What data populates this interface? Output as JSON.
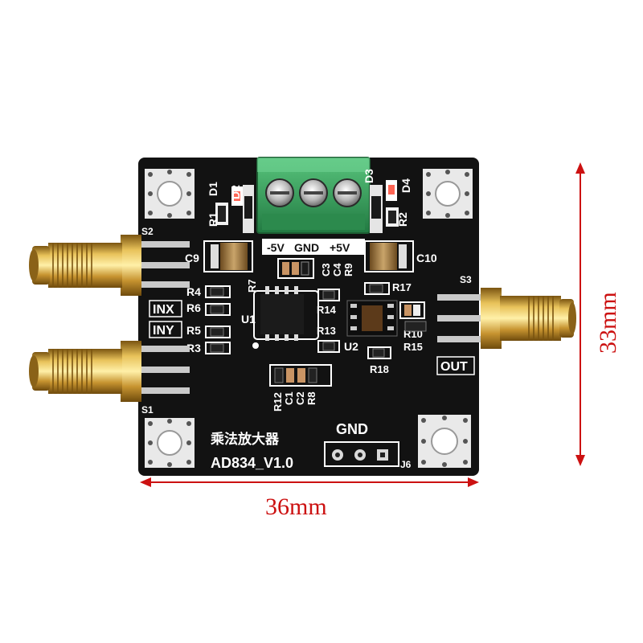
{
  "board": {
    "product_text": "乘法放大器",
    "version_text": "AD834_V1.0",
    "power_labels": [
      "-5V",
      "GND",
      "+5V"
    ],
    "header_label": "GND",
    "inputs": {
      "x": "INX",
      "y": "INY"
    },
    "output": "OUT",
    "chips": [
      "U1",
      "U2"
    ],
    "connectors": [
      "S1",
      "S2",
      "S3",
      "J6"
    ],
    "components": {
      "top_left": [
        "R1",
        "D1",
        "D2"
      ],
      "top_right": [
        "D3",
        "D4",
        "R2"
      ],
      "caps_big": [
        "C9",
        "C10"
      ],
      "cluster_top": [
        "C3",
        "C4",
        "R9"
      ],
      "left": [
        "R4",
        "R6",
        "R5",
        "R3"
      ],
      "center": [
        "R7",
        "R14",
        "R13"
      ],
      "right": [
        "R17",
        "R10",
        "R15",
        "R18"
      ],
      "bottom": [
        "R12",
        "C1",
        "C2",
        "R8"
      ]
    }
  },
  "dimensions": {
    "width": "36mm",
    "height": "33mm"
  },
  "colors": {
    "pcb": "#121212",
    "gold": "#d6a93a",
    "terminal": "#3aa560",
    "arrow": "#cc1111",
    "silkscreen": "#ffffff"
  }
}
